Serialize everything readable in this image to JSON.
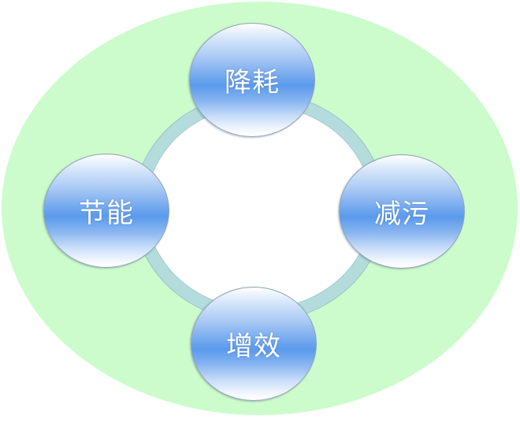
{
  "diagram": {
    "type": "cycle",
    "background_color": "#ccfccc",
    "ring_color": "#b4dcdc",
    "node_color": "#5b9aec",
    "nodes": [
      {
        "position": "top",
        "label": "降耗"
      },
      {
        "position": "right",
        "label": "减污"
      },
      {
        "position": "bottom",
        "label": "增效"
      },
      {
        "position": "left",
        "label": "节能"
      }
    ]
  }
}
